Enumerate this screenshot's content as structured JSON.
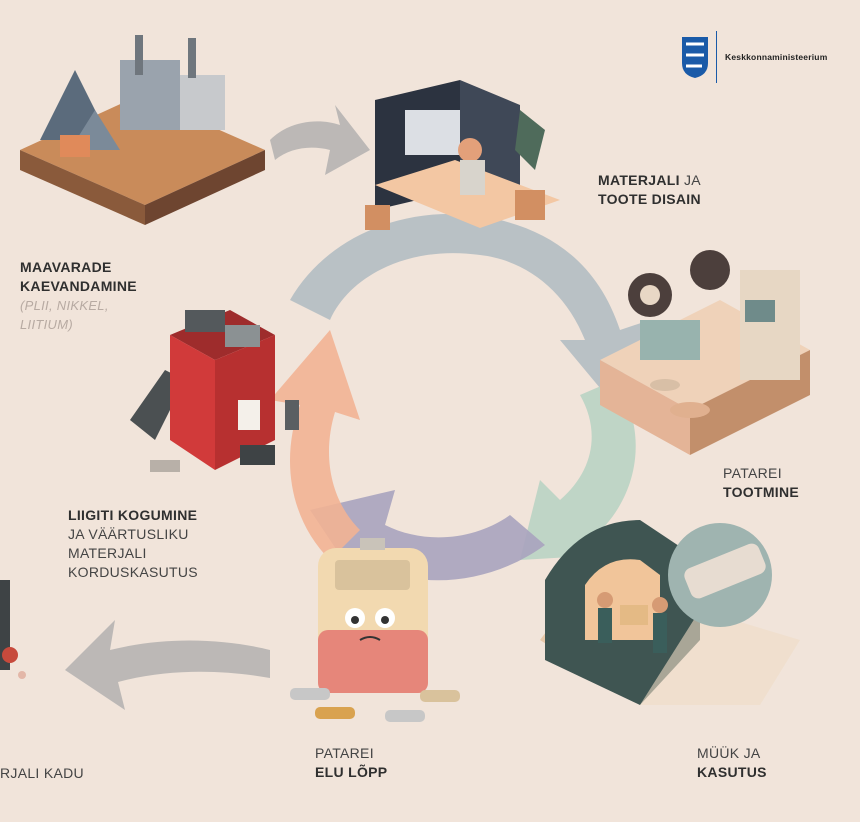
{
  "logo": {
    "name": "Keskkonnaministeerium"
  },
  "colors": {
    "background": "#f1e4da",
    "arrow_grey": "#a9a9a9",
    "arrow_blue": "#b3bcc2",
    "arrow_green": "#b9d3c3",
    "arrow_lilac": "#a8a3be",
    "arrow_peach": "#f2b393",
    "logo_blue": "#1a5aa8"
  },
  "stages": {
    "mining": {
      "line1": "MAAVARADE",
      "line2": "KAEVANDAMINE",
      "sub1": "(PLII, NIKKEL,",
      "sub2": "LIITIUM)",
      "icon": "mine-factory-icon"
    },
    "design": {
      "bold1": "MATERJALI",
      "rest1": " JA",
      "bold2": "TOOTE DISAIN",
      "icon": "designer-desk-icon"
    },
    "production": {
      "line1": "PATAREI",
      "bold2": "TOOTMINE",
      "icon": "factory-machine-icon"
    },
    "use": {
      "line1": "MÜÜK JA",
      "bold2": "KASUTUS",
      "icon": "delivery-remote-icon"
    },
    "end_of_life": {
      "line1": "PATAREI",
      "bold2": "ELU LÕPP",
      "icon": "battery-character-icon"
    },
    "collection": {
      "bold1": "LIIGITI KOGUMINE",
      "line2": "JA VÄÄRTUSLIKU",
      "line3": "MATERJALI",
      "line4": "KORDUSKASUTUS",
      "icon": "recycling-bin-icon"
    },
    "loss": {
      "line1": "RJALI KADU",
      "icon": "waste-icon"
    }
  }
}
